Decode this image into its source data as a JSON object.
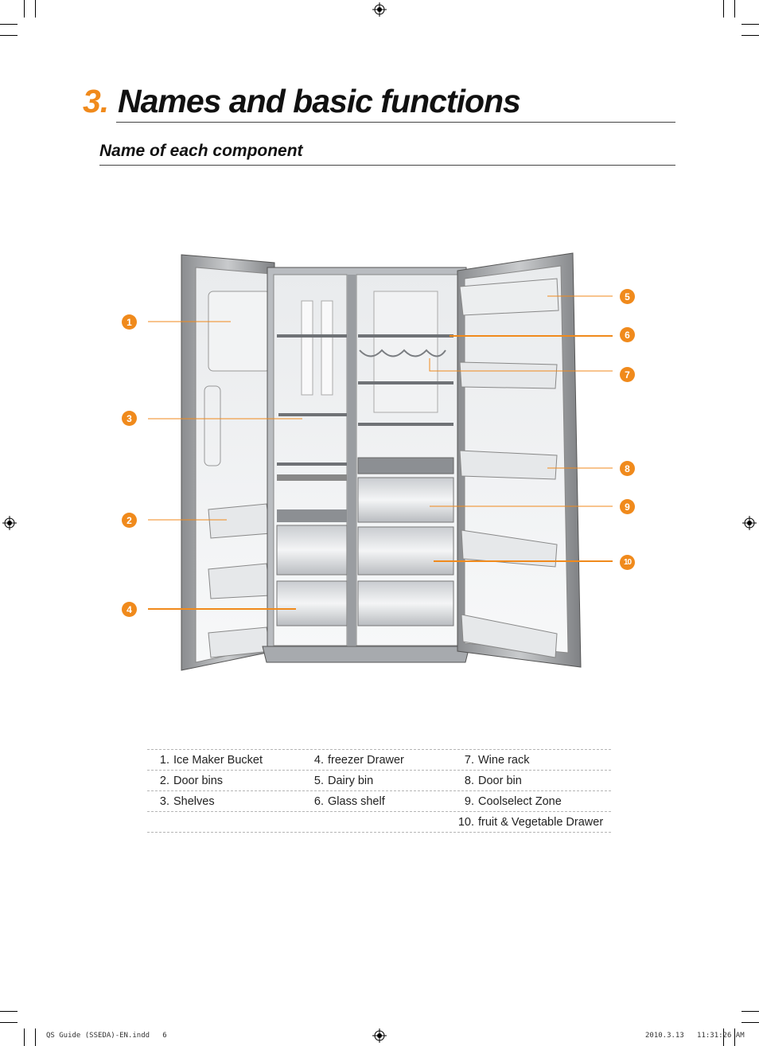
{
  "section_number": "3.",
  "section_title": "Names and basic functions",
  "subtitle": "Name of each component",
  "callouts": [
    "1",
    "2",
    "3",
    "4",
    "5",
    "6",
    "7",
    "8",
    "9",
    "10"
  ],
  "legend": {
    "rows": [
      [
        {
          "num": "1.",
          "label": "Ice Maker Bucket"
        },
        {
          "num": "4.",
          "label": "freezer Drawer"
        },
        {
          "num": "7.",
          "label": "Wine rack"
        }
      ],
      [
        {
          "num": "2.",
          "label": "Door bins"
        },
        {
          "num": "5.",
          "label": "Dairy bin"
        },
        {
          "num": "8.",
          "label": "Door bin"
        }
      ],
      [
        {
          "num": "3.",
          "label": "Shelves"
        },
        {
          "num": "6.",
          "label": "Glass shelf"
        },
        {
          "num": "9.",
          "label": "Coolselect Zone"
        }
      ],
      [
        {
          "num": "",
          "label": ""
        },
        {
          "num": "",
          "label": ""
        },
        {
          "num": "10.",
          "label": "fruit & Vegetable Drawer"
        }
      ]
    ]
  },
  "footer": {
    "left": "QS Guide (SSEDA)-EN.indd   6",
    "right": "2010.3.13   11:31:26 AM"
  },
  "colors": {
    "accent": "#f08a1c",
    "text": "#111111",
    "rule": "#444444"
  }
}
